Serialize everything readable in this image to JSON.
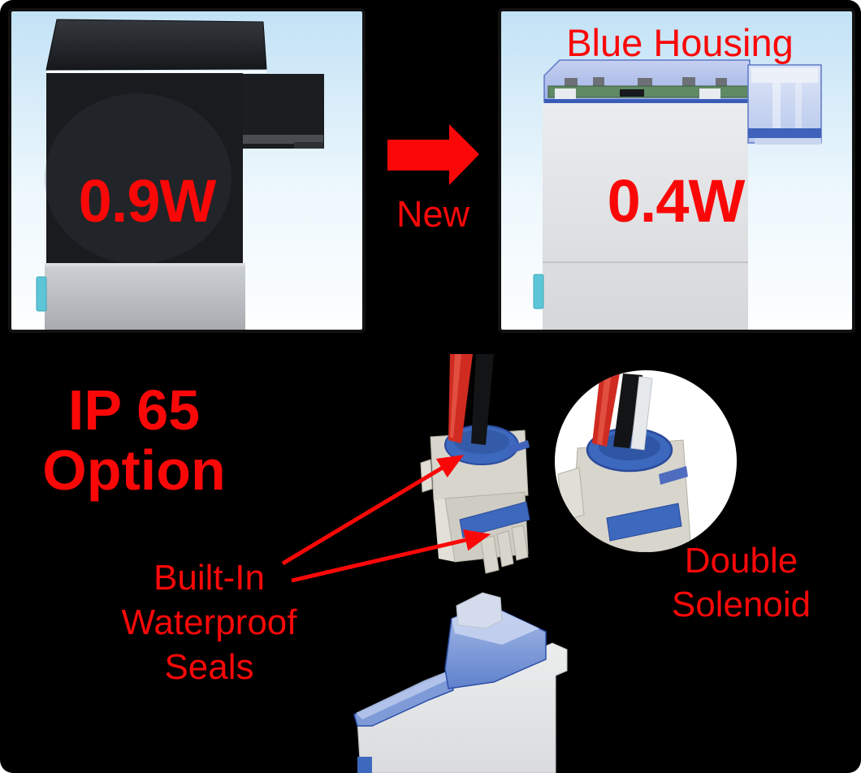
{
  "colors": {
    "accent_red": "#fa0808",
    "housing_blue": "#3c68bd",
    "panel_sky_blue": "#c2e2f6",
    "cyan_port_tab": "#5cc6d8"
  },
  "comparison": {
    "old_wattage": "0.9W",
    "new_wattage": "0.4W",
    "blue_housing_note": "Blue Housing",
    "new_label": "New"
  },
  "ip65": {
    "title_line1": "IP 65",
    "title_line2": "Option",
    "callout_line1": "Built-In",
    "callout_line2": "Waterproof",
    "callout_line3": "Seals",
    "inset_line1": "Double",
    "inset_line2": "Solenoid"
  }
}
